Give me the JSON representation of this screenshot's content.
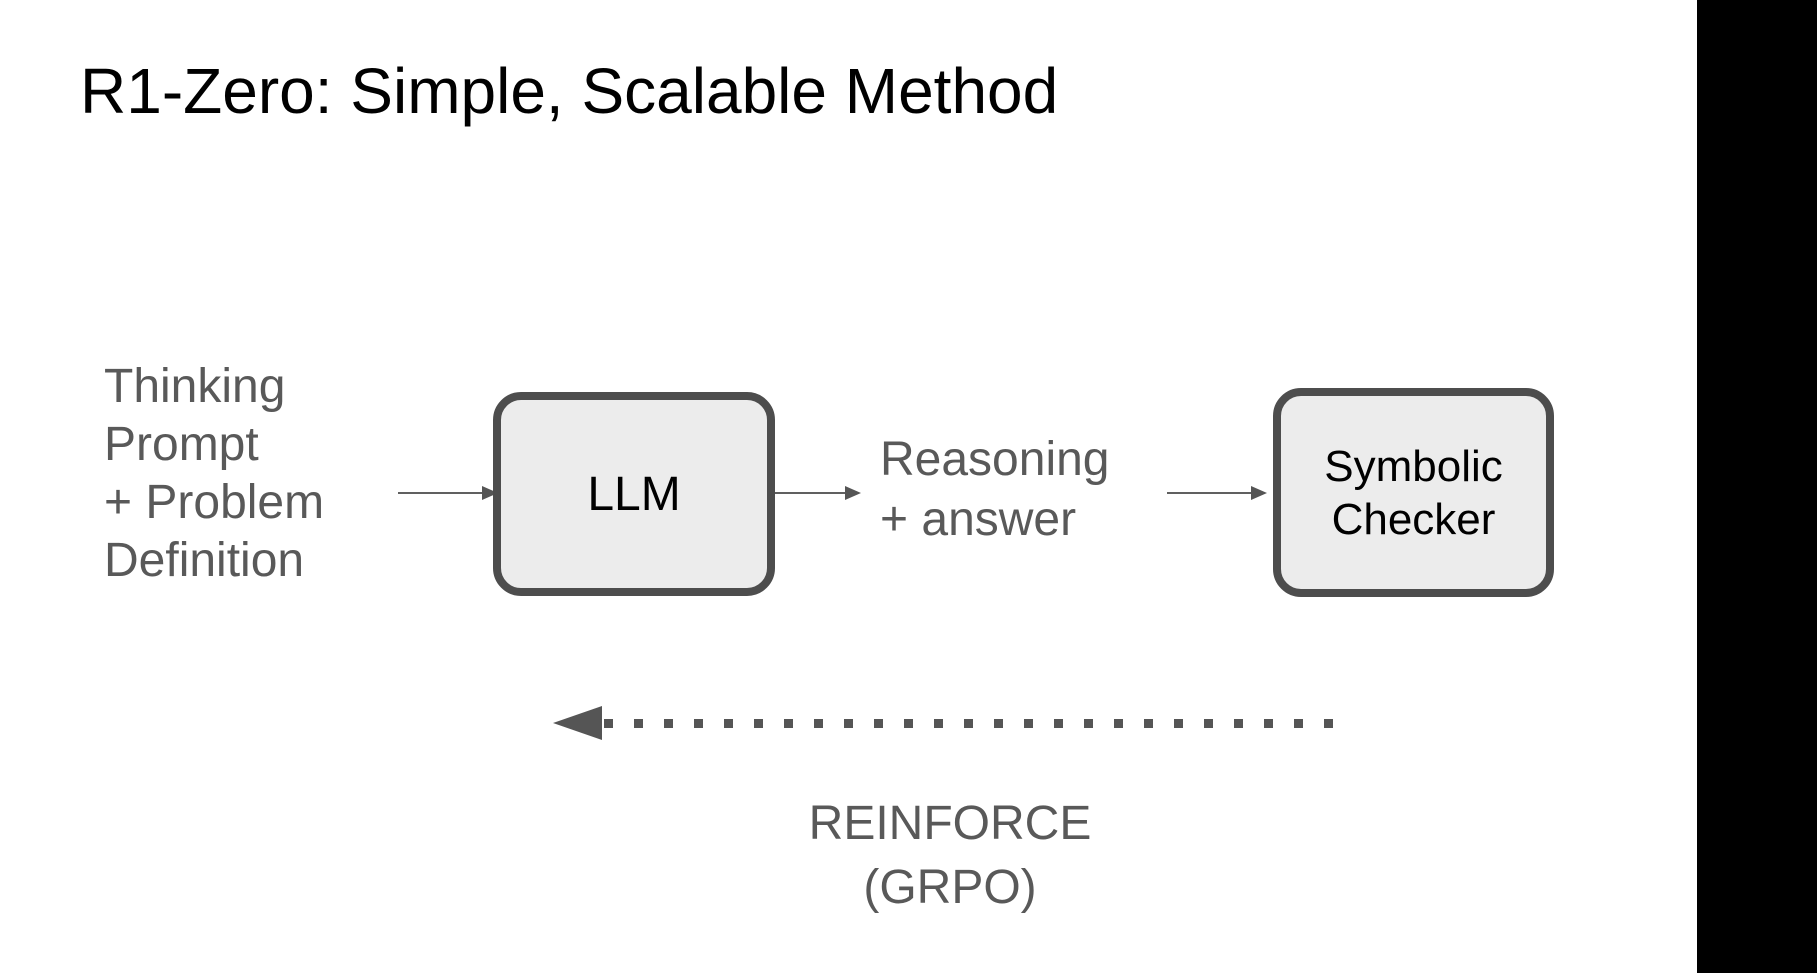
{
  "slide": {
    "title": "R1-Zero: Simple, Scalable Method",
    "flow": {
      "input_label": "Thinking\nPrompt\n+ Problem\nDefinition",
      "llm_box_label": "LLM",
      "output_label": "Reasoning\n+ answer",
      "checker_box_label": "Symbolic\nChecker",
      "feedback_label": "REINFORCE\n(GRPO)"
    },
    "colors": {
      "background": "#ffffff",
      "title_text": "#000000",
      "gray_text": "#595959",
      "box_fill": "#ececec",
      "box_border": "#4d4d4d",
      "arrow": "#555555",
      "right_bar": "#000000"
    }
  }
}
